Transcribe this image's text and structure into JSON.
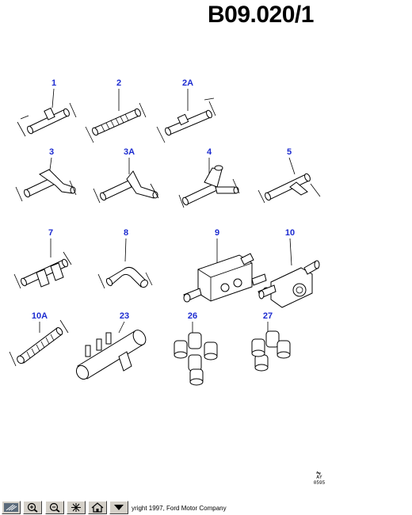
{
  "header": {
    "title": "B09.020/1"
  },
  "parts": [
    {
      "ref": "1"
    },
    {
      "ref": "2"
    },
    {
      "ref": "2A"
    },
    {
      "ref": "3"
    },
    {
      "ref": "3A"
    },
    {
      "ref": "4"
    },
    {
      "ref": "5"
    },
    {
      "ref": "7"
    },
    {
      "ref": "8"
    },
    {
      "ref": "9"
    },
    {
      "ref": "10"
    },
    {
      "ref": "10A"
    },
    {
      "ref": "23"
    },
    {
      "ref": "26"
    },
    {
      "ref": "27"
    }
  ],
  "code_lines": [
    "AY",
    "0595"
  ],
  "footer": {
    "copyright": "yright 1997, Ford Motor Company"
  },
  "toolbar": {
    "buttons": [
      {
        "icon": "select-icon"
      },
      {
        "icon": "zoom-in-icon"
      },
      {
        "icon": "zoom-out-icon"
      },
      {
        "icon": "fit-icon"
      },
      {
        "icon": "home-icon"
      },
      {
        "icon": "menu-arrow-icon"
      }
    ]
  },
  "colors": {
    "ref_label": "#1c2bd0",
    "toolbar": "#d4d0c8",
    "line": "#000000"
  }
}
